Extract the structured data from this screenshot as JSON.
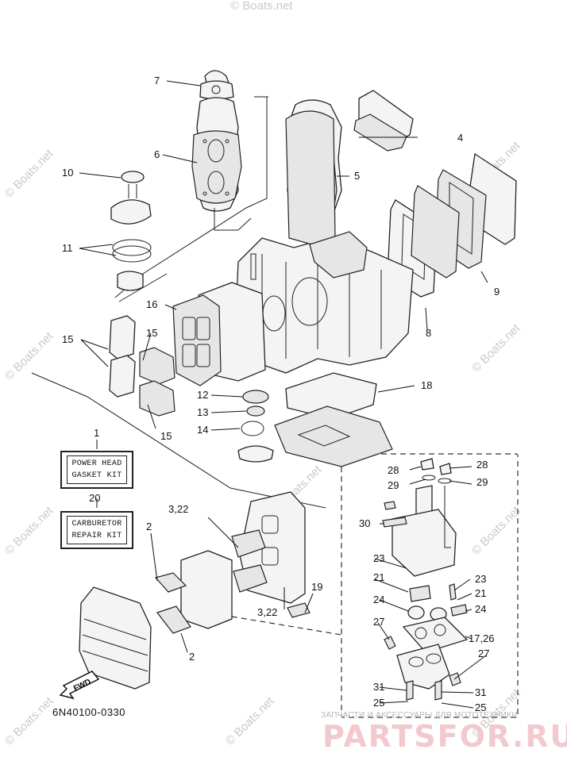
{
  "watermark": "© Boats.net",
  "kits": {
    "power_head": {
      "number": "1",
      "line1": "POWER HEAD",
      "line2": "GASKET KIT"
    },
    "carburetor": {
      "number": "20",
      "line1": "CARBURETOR",
      "line2": "REPAIR KIT"
    }
  },
  "forward_arrow_label": "FWD",
  "diagram_code": "6N40100-0330",
  "shop": {
    "tagline": "ЗАПЧАСТИ И АКСЕССУАРЫ ДЛЯ МОТОТЕХНИКИ",
    "logo": "PARTSFOR.RU"
  },
  "callouts": [
    "7",
    "6",
    "10",
    "11",
    "5",
    "4",
    "9",
    "8",
    "16",
    "15",
    "15",
    "15",
    "12",
    "13",
    "14",
    "18",
    "3,22",
    "2",
    "3,22",
    "2",
    "19",
    "28",
    "29",
    "28",
    "29",
    "30",
    "23",
    "21",
    "23",
    "21",
    "24",
    "24",
    "27",
    "17,26",
    "27",
    "31",
    "31",
    "25",
    "25"
  ]
}
